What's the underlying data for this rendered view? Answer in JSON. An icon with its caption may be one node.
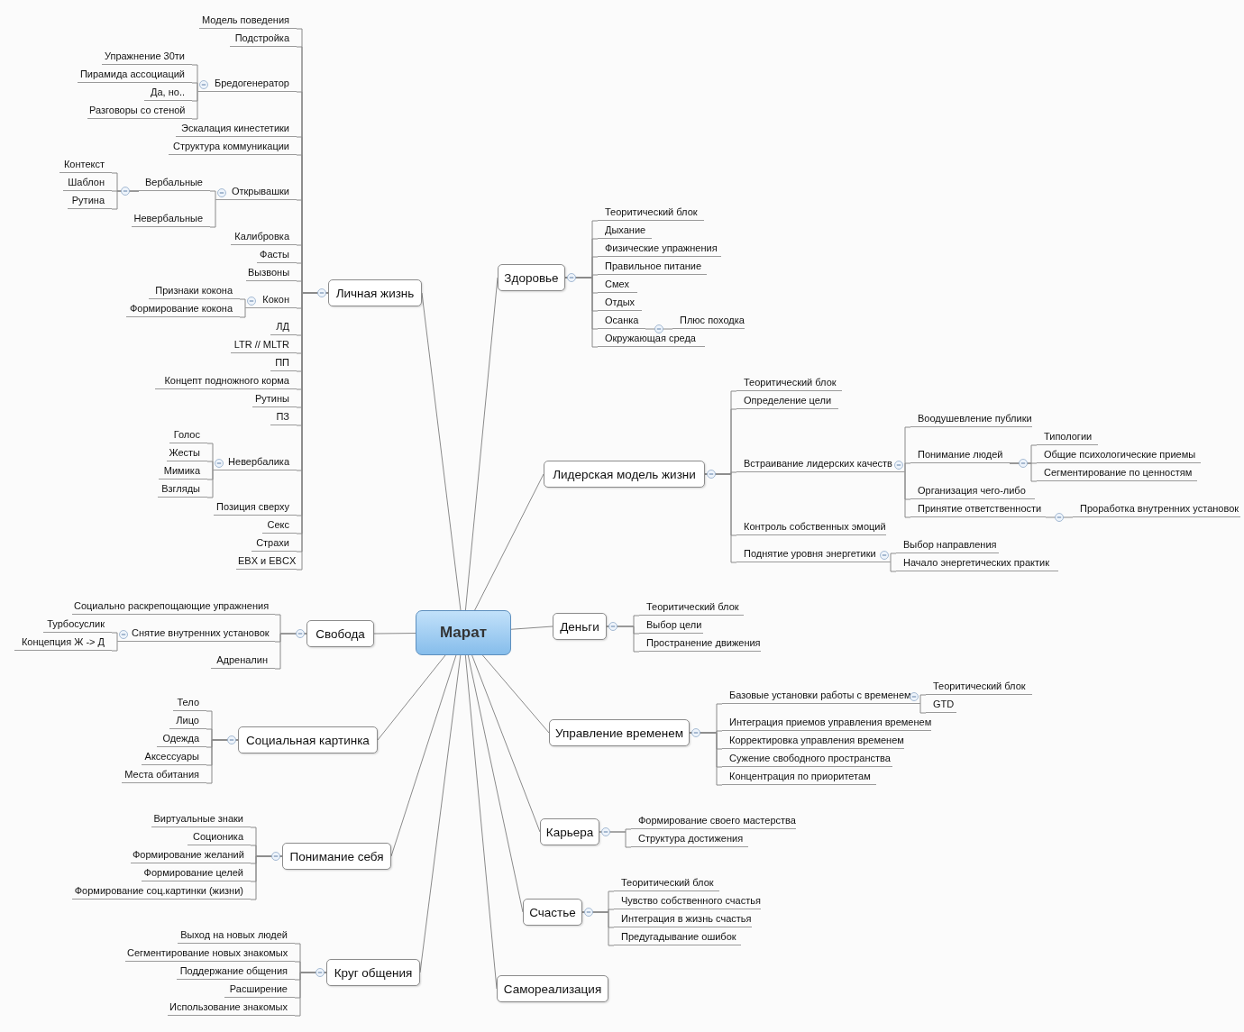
{
  "diagram": {
    "nodes": [
      {
        "text": [
          "Марат"
        ]
      },
      {
        "text": [
          "Личная жизнь"
        ]
      },
      {
        "text": [
          "Модель поведения"
        ]
      },
      {
        "text": [
          "Подстройка"
        ]
      },
      {
        "text": [
          "Бредогенератор"
        ]
      },
      {
        "text": [
          "Упражнение 30ти"
        ]
      },
      {
        "text": [
          "Пирамида ассоциаций"
        ]
      },
      {
        "text": [
          "Да, но.."
        ]
      },
      {
        "text": [
          "Разговоры со стеной"
        ]
      },
      {
        "text": [
          "Эскалация кинестетики"
        ]
      },
      {
        "text": [
          "Структура коммуникации"
        ]
      },
      {
        "text": [
          "Открывашки"
        ]
      },
      {
        "text": [
          "Вербальные"
        ]
      },
      {
        "text": [
          "Контекст"
        ]
      },
      {
        "text": [
          "Шаблон"
        ]
      },
      {
        "text": [
          "Рутина"
        ]
      },
      {
        "text": [
          "Невербальные"
        ]
      },
      {
        "text": [
          "Калибровка"
        ]
      },
      {
        "text": [
          "Фасты"
        ]
      },
      {
        "text": [
          "Вызвоны"
        ]
      },
      {
        "text": [
          "Кокон"
        ]
      },
      {
        "text": [
          "Признаки кокона"
        ]
      },
      {
        "text": [
          "Формирование кокона"
        ]
      },
      {
        "text": [
          "ЛД"
        ]
      },
      {
        "text": [
          "LTR // MLTR"
        ]
      },
      {
        "text": [
          "ПП"
        ]
      },
      {
        "text": [
          "Концепт подножного корма"
        ]
      },
      {
        "text": [
          "Рутины"
        ]
      },
      {
        "text": [
          "ПЗ"
        ]
      },
      {
        "text": [
          "Невербалика"
        ]
      },
      {
        "text": [
          "Голос"
        ]
      },
      {
        "text": [
          "Жесты"
        ]
      },
      {
        "text": [
          "Мимика"
        ]
      },
      {
        "text": [
          "Взгляды"
        ]
      },
      {
        "text": [
          "Позиция сверху"
        ]
      },
      {
        "text": [
          "Секс"
        ]
      },
      {
        "text": [
          "Страхи"
        ]
      },
      {
        "text": [
          "EBX и EBCX"
        ]
      },
      {
        "text": [
          "Свобода"
        ]
      },
      {
        "text": [
          "Социально раскрепощающие упражнения"
        ]
      },
      {
        "text": [
          "Снятие внутренних установок"
        ]
      },
      {
        "text": [
          "Турбосуслик"
        ]
      },
      {
        "text": [
          "Концепция Ж -> Д"
        ]
      },
      {
        "text": [
          "Адреналин"
        ]
      },
      {
        "text": [
          "Социальная картинка"
        ]
      },
      {
        "text": [
          "Тело"
        ]
      },
      {
        "text": [
          "Лицо"
        ]
      },
      {
        "text": [
          "Одежда"
        ]
      },
      {
        "text": [
          "Аксессуары"
        ]
      },
      {
        "text": [
          "Места обитания"
        ]
      },
      {
        "text": [
          "Понимание себя"
        ]
      },
      {
        "text": [
          "Виртуальные знаки"
        ]
      },
      {
        "text": [
          "Соционика"
        ]
      },
      {
        "text": [
          "Формирование желаний"
        ]
      },
      {
        "text": [
          "Формирование целей"
        ]
      },
      {
        "text": [
          "Формирование соц.картинки (жизни)"
        ]
      },
      {
        "text": [
          "Круг общения"
        ]
      },
      {
        "text": [
          "Выход на новых людей"
        ]
      },
      {
        "text": [
          "Сегментирование новых знакомых"
        ]
      },
      {
        "text": [
          "Поддержание общения"
        ]
      },
      {
        "text": [
          "Расширение"
        ]
      },
      {
        "text": [
          "Использование знакомых"
        ]
      },
      {
        "text": [
          "Здоровье"
        ]
      },
      {
        "text": [
          "Теоритический блок"
        ]
      },
      {
        "text": [
          "Дыхание"
        ]
      },
      {
        "text": [
          "Физические упражнения"
        ]
      },
      {
        "text": [
          "Правильное питание"
        ]
      },
      {
        "text": [
          "Смех"
        ]
      },
      {
        "text": [
          "Отдых"
        ]
      },
      {
        "text": [
          "Осанка"
        ]
      },
      {
        "text": [
          "Плюс походка"
        ]
      },
      {
        "text": [
          "Окружающая среда"
        ]
      },
      {
        "text": [
          "Лидерская модель жизни"
        ]
      },
      {
        "text": [
          "Теоритический блок"
        ]
      },
      {
        "text": [
          "Определение цели"
        ]
      },
      {
        "text": [
          "Встраивание лидерских качеств"
        ]
      },
      {
        "text": [
          "Воодушевление публики"
        ]
      },
      {
        "text": [
          "Понимание людей"
        ]
      },
      {
        "text": [
          "Типологии"
        ]
      },
      {
        "text": [
          "Общие психологические приемы"
        ]
      },
      {
        "text": [
          "Сегментирование по ценностям"
        ]
      },
      {
        "text": [
          "Организация чего-либо"
        ]
      },
      {
        "text": [
          "Принятие ответственности"
        ]
      },
      {
        "text": [
          "Проработка внутренних установок"
        ]
      },
      {
        "text": [
          "Контроль собственных эмоций"
        ]
      },
      {
        "text": [
          "Поднятие уровня энергетики"
        ]
      },
      {
        "text": [
          "Выбор направления"
        ]
      },
      {
        "text": [
          "Начало энергетических практик"
        ]
      },
      {
        "text": [
          "Деньги"
        ]
      },
      {
        "text": [
          "Теоритический блок"
        ]
      },
      {
        "text": [
          "Выбор цели"
        ]
      },
      {
        "text": [
          "Пространение движения"
        ]
      },
      {
        "text": [
          "Управление временем"
        ]
      },
      {
        "text": [
          "Базовые установки работы с временем"
        ]
      },
      {
        "text": [
          "Теоритический блок"
        ]
      },
      {
        "text": [
          "GTD"
        ]
      },
      {
        "text": [
          "Интеграция приемов управления временем"
        ]
      },
      {
        "text": [
          "Корректировка управления временем"
        ]
      },
      {
        "text": [
          "Сужение свободного пространства"
        ]
      },
      {
        "text": [
          "Концентрация по приоритетам"
        ]
      },
      {
        "text": [
          "Карьера"
        ]
      },
      {
        "text": [
          "Формирование своего мастерства"
        ]
      },
      {
        "text": [
          "Структура достижения"
        ]
      },
      {
        "text": [
          "Счастье"
        ]
      },
      {
        "text": [
          "Теоритический блок"
        ]
      },
      {
        "text": [
          "Чувство собственного счастья"
        ]
      },
      {
        "text": [
          "Интеграция в жизнь счастья"
        ]
      },
      {
        "text": [
          "Предугадывание ошибок"
        ]
      },
      {
        "text": [
          "Самореализация"
        ]
      }
    ],
    "edges": [
      {
        "from": 0,
        "to": 1,
        "arrow": "none"
      },
      {
        "from": 1,
        "to": 2,
        "arrow": "none"
      },
      {
        "from": 1,
        "to": 3,
        "arrow": "none"
      },
      {
        "from": 1,
        "to": 4,
        "arrow": "none"
      },
      {
        "from": 4,
        "to": 5,
        "arrow": "none"
      },
      {
        "from": 4,
        "to": 6,
        "arrow": "none"
      },
      {
        "from": 4,
        "to": 7,
        "arrow": "none"
      },
      {
        "from": 4,
        "to": 8,
        "arrow": "none"
      },
      {
        "from": 1,
        "to": 9,
        "arrow": "none"
      },
      {
        "from": 1,
        "to": 10,
        "arrow": "none"
      },
      {
        "from": 1,
        "to": 11,
        "arrow": "none"
      },
      {
        "from": 11,
        "to": 12,
        "arrow": "none"
      },
      {
        "from": 12,
        "to": 13,
        "arrow": "none"
      },
      {
        "from": 12,
        "to": 14,
        "arrow": "none"
      },
      {
        "from": 12,
        "to": 15,
        "arrow": "none"
      },
      {
        "from": 11,
        "to": 16,
        "arrow": "none"
      },
      {
        "from": 1,
        "to": 17,
        "arrow": "none"
      },
      {
        "from": 1,
        "to": 18,
        "arrow": "none"
      },
      {
        "from": 1,
        "to": 19,
        "arrow": "none"
      },
      {
        "from": 1,
        "to": 20,
        "arrow": "none"
      },
      {
        "from": 20,
        "to": 21,
        "arrow": "none"
      },
      {
        "from": 20,
        "to": 22,
        "arrow": "none"
      },
      {
        "from": 1,
        "to": 23,
        "arrow": "none"
      },
      {
        "from": 1,
        "to": 24,
        "arrow": "none"
      },
      {
        "from": 1,
        "to": 25,
        "arrow": "none"
      },
      {
        "from": 1,
        "to": 26,
        "arrow": "none"
      },
      {
        "from": 1,
        "to": 27,
        "arrow": "none"
      },
      {
        "from": 1,
        "to": 28,
        "arrow": "none"
      },
      {
        "from": 1,
        "to": 29,
        "arrow": "none"
      },
      {
        "from": 29,
        "to": 30,
        "arrow": "none"
      },
      {
        "from": 29,
        "to": 31,
        "arrow": "none"
      },
      {
        "from": 29,
        "to": 32,
        "arrow": "none"
      },
      {
        "from": 29,
        "to": 33,
        "arrow": "none"
      },
      {
        "from": 1,
        "to": 34,
        "arrow": "none"
      },
      {
        "from": 1,
        "to": 35,
        "arrow": "none"
      },
      {
        "from": 1,
        "to": 36,
        "arrow": "none"
      },
      {
        "from": 1,
        "to": 37,
        "arrow": "none"
      },
      {
        "from": 0,
        "to": 38,
        "arrow": "none"
      },
      {
        "from": 38,
        "to": 39,
        "arrow": "none"
      },
      {
        "from": 38,
        "to": 40,
        "arrow": "none"
      },
      {
        "from": 40,
        "to": 41,
        "arrow": "none"
      },
      {
        "from": 40,
        "to": 42,
        "arrow": "none"
      },
      {
        "from": 38,
        "to": 43,
        "arrow": "none"
      },
      {
        "from": 0,
        "to": 44,
        "arrow": "none"
      },
      {
        "from": 44,
        "to": 45,
        "arrow": "none"
      },
      {
        "from": 44,
        "to": 46,
        "arrow": "none"
      },
      {
        "from": 44,
        "to": 47,
        "arrow": "none"
      },
      {
        "from": 44,
        "to": 48,
        "arrow": "none"
      },
      {
        "from": 44,
        "to": 49,
        "arrow": "none"
      },
      {
        "from": 0,
        "to": 50,
        "arrow": "none"
      },
      {
        "from": 50,
        "to": 51,
        "arrow": "none"
      },
      {
        "from": 50,
        "to": 52,
        "arrow": "none"
      },
      {
        "from": 50,
        "to": 53,
        "arrow": "none"
      },
      {
        "from": 50,
        "to": 54,
        "arrow": "none"
      },
      {
        "from": 50,
        "to": 55,
        "arrow": "none"
      },
      {
        "from": 0,
        "to": 56,
        "arrow": "none"
      },
      {
        "from": 56,
        "to": 57,
        "arrow": "none"
      },
      {
        "from": 56,
        "to": 58,
        "arrow": "none"
      },
      {
        "from": 56,
        "to": 59,
        "arrow": "none"
      },
      {
        "from": 56,
        "to": 60,
        "arrow": "none"
      },
      {
        "from": 56,
        "to": 61,
        "arrow": "none"
      },
      {
        "from": 0,
        "to": 62,
        "arrow": "none"
      },
      {
        "from": 62,
        "to": 63,
        "arrow": "none"
      },
      {
        "from": 62,
        "to": 64,
        "arrow": "none"
      },
      {
        "from": 62,
        "to": 65,
        "arrow": "none"
      },
      {
        "from": 62,
        "to": 66,
        "arrow": "none"
      },
      {
        "from": 62,
        "to": 67,
        "arrow": "none"
      },
      {
        "from": 62,
        "to": 68,
        "arrow": "none"
      },
      {
        "from": 62,
        "to": 69,
        "arrow": "none"
      },
      {
        "from": 69,
        "to": 70,
        "arrow": "none"
      },
      {
        "from": 62,
        "to": 71,
        "arrow": "none"
      },
      {
        "from": 0,
        "to": 72,
        "arrow": "none"
      },
      {
        "from": 72,
        "to": 73,
        "arrow": "none"
      },
      {
        "from": 72,
        "to": 74,
        "arrow": "none"
      },
      {
        "from": 72,
        "to": 75,
        "arrow": "none"
      },
      {
        "from": 75,
        "to": 76,
        "arrow": "none"
      },
      {
        "from": 75,
        "to": 77,
        "arrow": "none"
      },
      {
        "from": 77,
        "to": 78,
        "arrow": "none"
      },
      {
        "from": 77,
        "to": 79,
        "arrow": "none"
      },
      {
        "from": 77,
        "to": 80,
        "arrow": "none"
      },
      {
        "from": 75,
        "to": 81,
        "arrow": "none"
      },
      {
        "from": 75,
        "to": 82,
        "arrow": "none"
      },
      {
        "from": 82,
        "to": 83,
        "arrow": "none"
      },
      {
        "from": 72,
        "to": 84,
        "arrow": "none"
      },
      {
        "from": 72,
        "to": 85,
        "arrow": "none"
      },
      {
        "from": 85,
        "to": 86,
        "arrow": "none"
      },
      {
        "from": 85,
        "to": 87,
        "arrow": "none"
      },
      {
        "from": 0,
        "to": 88,
        "arrow": "none"
      },
      {
        "from": 88,
        "to": 89,
        "arrow": "none"
      },
      {
        "from": 88,
        "to": 90,
        "arrow": "none"
      },
      {
        "from": 88,
        "to": 91,
        "arrow": "none"
      },
      {
        "from": 0,
        "to": 92,
        "arrow": "none"
      },
      {
        "from": 92,
        "to": 93,
        "arrow": "none"
      },
      {
        "from": 93,
        "to": 94,
        "arrow": "none"
      },
      {
        "from": 93,
        "to": 95,
        "arrow": "none"
      },
      {
        "from": 92,
        "to": 96,
        "arrow": "none"
      },
      {
        "from": 92,
        "to": 97,
        "arrow": "none"
      },
      {
        "from": 92,
        "to": 98,
        "arrow": "none"
      },
      {
        "from": 92,
        "to": 99,
        "arrow": "none"
      },
      {
        "from": 0,
        "to": 100,
        "arrow": "none"
      },
      {
        "from": 100,
        "to": 101,
        "arrow": "none"
      },
      {
        "from": 100,
        "to": 102,
        "arrow": "none"
      },
      {
        "from": 0,
        "to": 103,
        "arrow": "none"
      },
      {
        "from": 103,
        "to": 104,
        "arrow": "none"
      },
      {
        "from": 103,
        "to": 105,
        "arrow": "none"
      },
      {
        "from": 103,
        "to": 106,
        "arrow": "none"
      },
      {
        "from": 103,
        "to": 107,
        "arrow": "none"
      },
      {
        "from": 0,
        "to": 108,
        "arrow": "none"
      }
    ]
  }
}
